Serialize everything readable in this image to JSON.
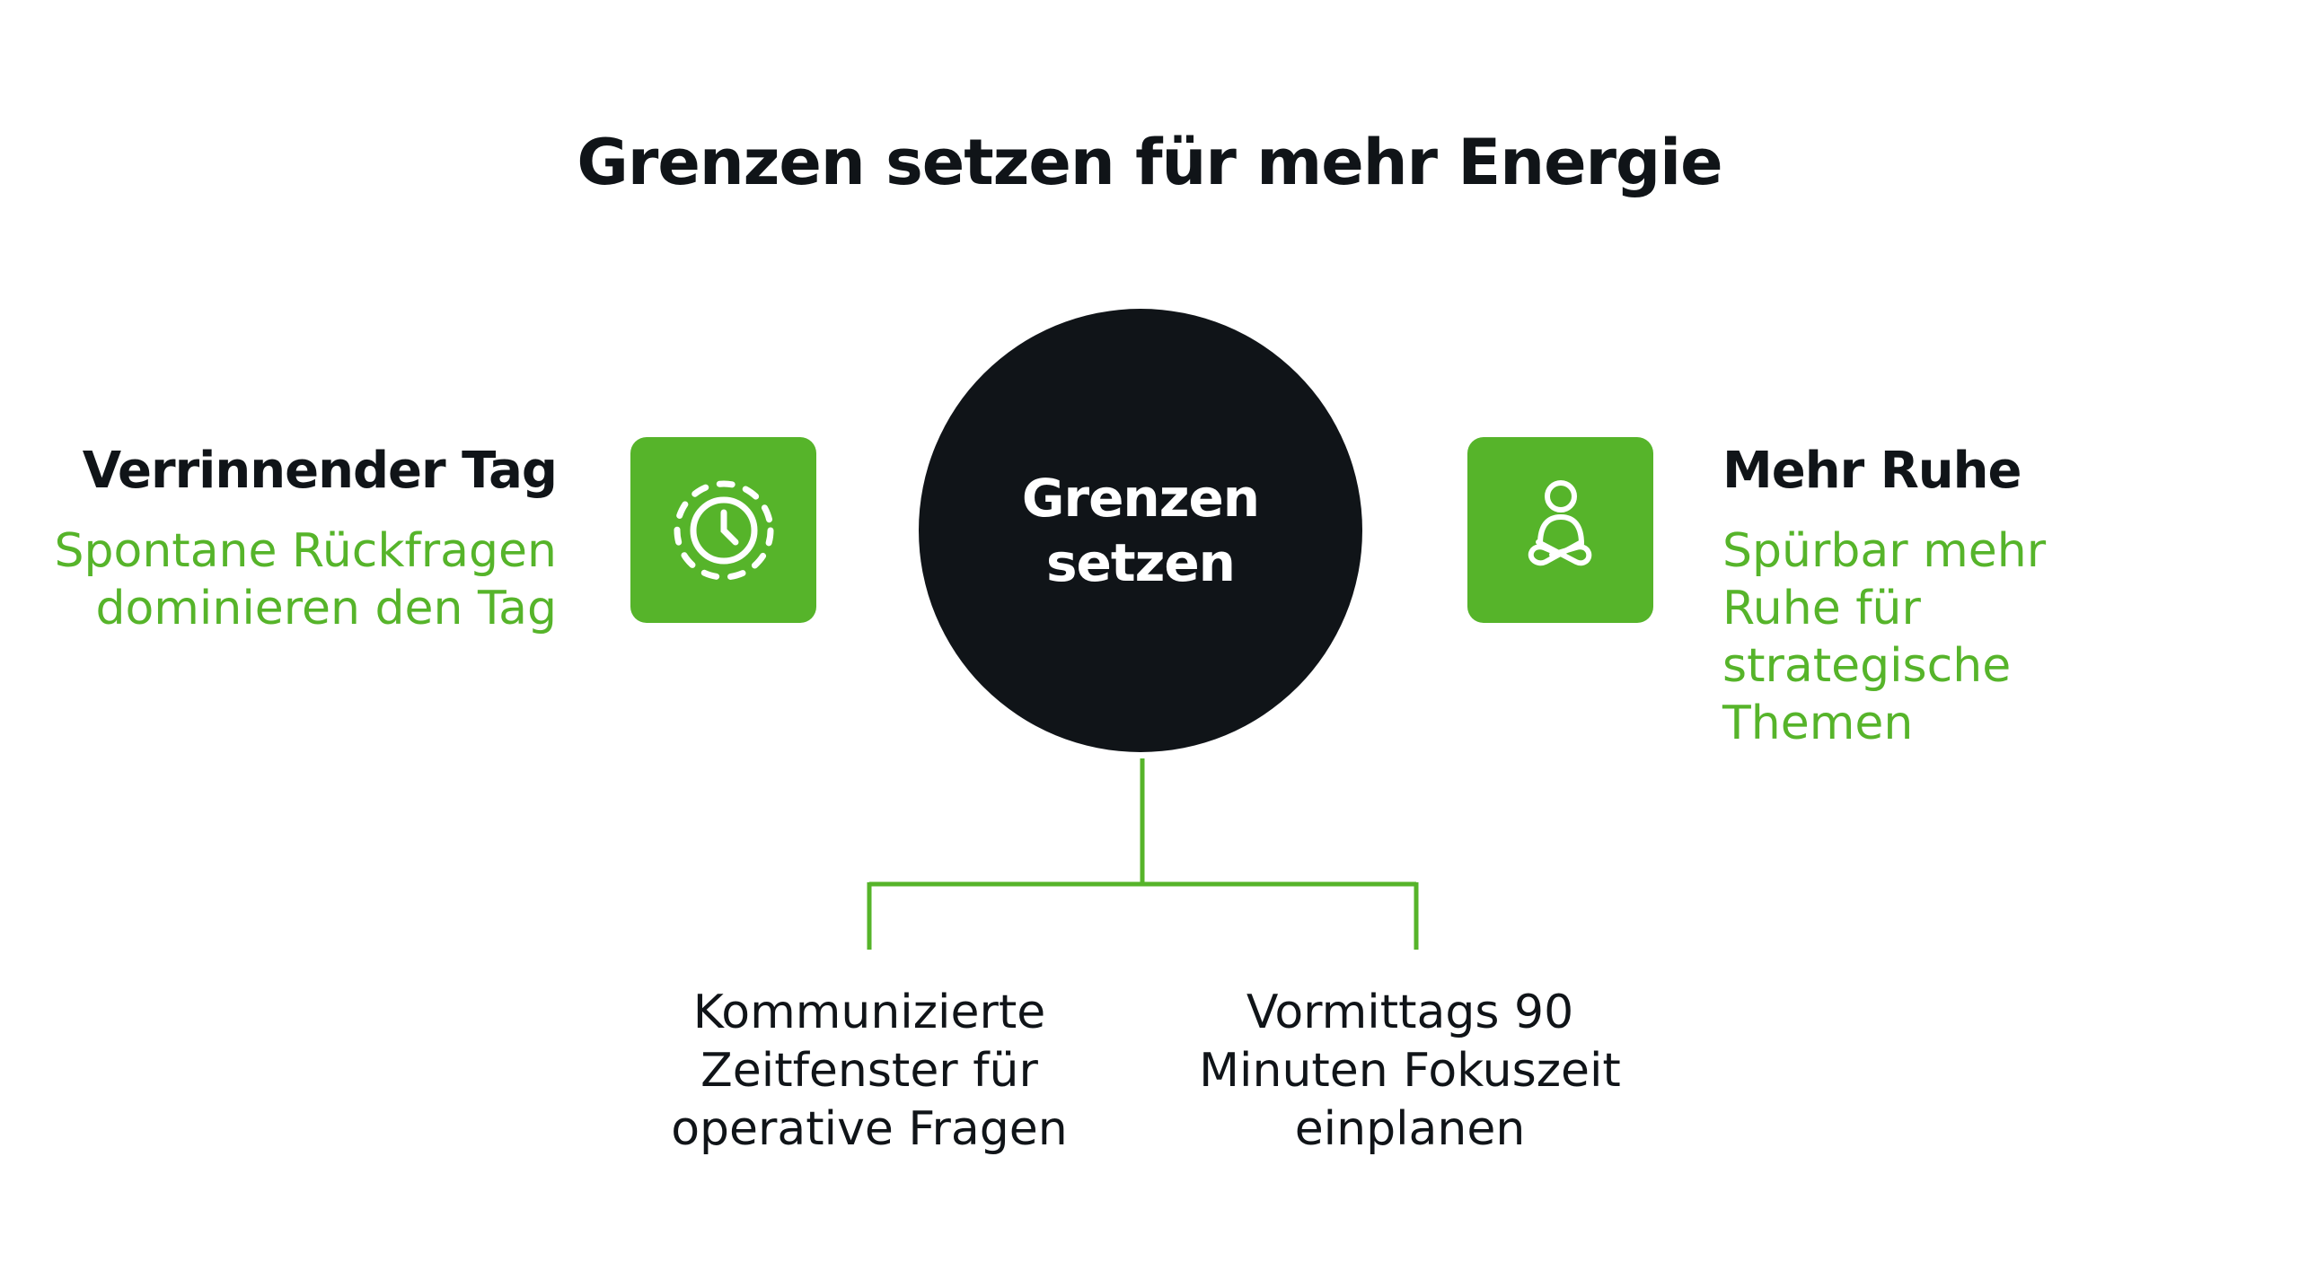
{
  "title": "Grenzen setzen für mehr Energie",
  "center": {
    "label": "Grenzen setzen"
  },
  "left": {
    "heading": "Verrinnender Tag",
    "text": "Spontane Rückfragen dominieren den Tag",
    "icon": "clock-icon"
  },
  "right": {
    "heading": "Mehr Ruhe",
    "text": "Spürbar mehr Ruhe für strategische Themen",
    "icon": "meditation-icon"
  },
  "branches": [
    {
      "text": "Kommunizierte Zeitfenster für operative Fragen"
    },
    {
      "text": "Vormittags 90 Minuten Fokuszeit einplanen"
    }
  ],
  "colors": {
    "accent": "#56b42a",
    "dark": "#101418",
    "background": "#ffffff"
  }
}
